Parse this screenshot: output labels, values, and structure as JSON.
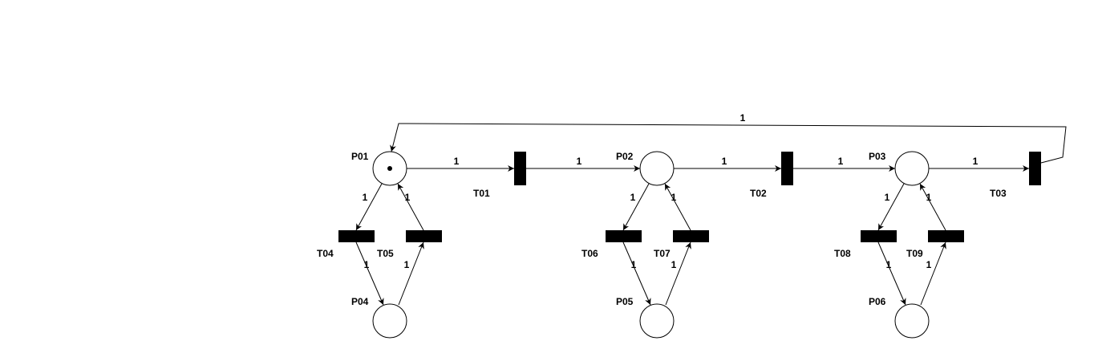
{
  "diagram": {
    "type": "petri-net",
    "places": [
      {
        "id": "P01",
        "label": "P01",
        "tokens": 1
      },
      {
        "id": "P02",
        "label": "P02",
        "tokens": 0
      },
      {
        "id": "P03",
        "label": "P03",
        "tokens": 0
      },
      {
        "id": "P04",
        "label": "P04",
        "tokens": 0
      },
      {
        "id": "P05",
        "label": "P05",
        "tokens": 0
      },
      {
        "id": "P06",
        "label": "P06",
        "tokens": 0
      }
    ],
    "transitions": [
      {
        "id": "T01",
        "label": "T01"
      },
      {
        "id": "T02",
        "label": "T02"
      },
      {
        "id": "T03",
        "label": "T03"
      },
      {
        "id": "T04",
        "label": "T04"
      },
      {
        "id": "T05",
        "label": "T05"
      },
      {
        "id": "T06",
        "label": "T06"
      },
      {
        "id": "T07",
        "label": "T07"
      },
      {
        "id": "T08",
        "label": "T08"
      },
      {
        "id": "T09",
        "label": "T09"
      }
    ],
    "arcs": [
      {
        "id": "a1",
        "from": "P01",
        "to": "T01",
        "weight": "1"
      },
      {
        "id": "a2",
        "from": "T01",
        "to": "P02",
        "weight": "1"
      },
      {
        "id": "a3",
        "from": "P02",
        "to": "T02",
        "weight": "1"
      },
      {
        "id": "a4",
        "from": "T02",
        "to": "P03",
        "weight": "1"
      },
      {
        "id": "a5",
        "from": "P03",
        "to": "T03",
        "weight": "1"
      },
      {
        "id": "a6",
        "from": "T03",
        "to": "P01",
        "weight": "1"
      },
      {
        "id": "a7",
        "from": "P01",
        "to": "T04",
        "weight": "1"
      },
      {
        "id": "a8",
        "from": "T04",
        "to": "P04",
        "weight": "1"
      },
      {
        "id": "a9",
        "from": "P04",
        "to": "T05",
        "weight": "1"
      },
      {
        "id": "a10",
        "from": "T05",
        "to": "P01",
        "weight": "1"
      },
      {
        "id": "a11",
        "from": "P02",
        "to": "T06",
        "weight": "1"
      },
      {
        "id": "a12",
        "from": "T06",
        "to": "P05",
        "weight": "1"
      },
      {
        "id": "a13",
        "from": "P05",
        "to": "T07",
        "weight": "1"
      },
      {
        "id": "a14",
        "from": "T07",
        "to": "P02",
        "weight": "1"
      },
      {
        "id": "a15",
        "from": "P03",
        "to": "T08",
        "weight": "1"
      },
      {
        "id": "a16",
        "from": "T08",
        "to": "P06",
        "weight": "1"
      },
      {
        "id": "a17",
        "from": "P06",
        "to": "T09",
        "weight": "1"
      },
      {
        "id": "a18",
        "from": "T09",
        "to": "P03",
        "weight": "1"
      }
    ]
  }
}
